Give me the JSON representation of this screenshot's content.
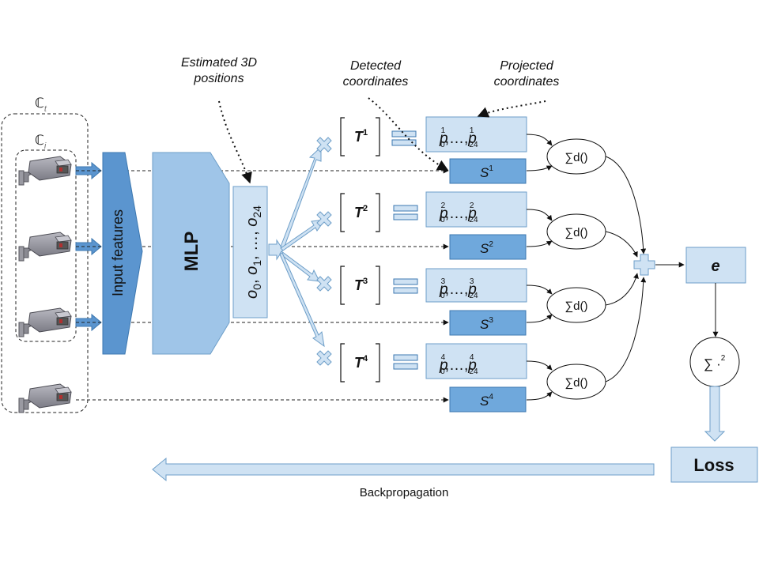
{
  "annotations": {
    "estimated": [
      "Estimated 3D",
      "positions"
    ],
    "detected": [
      "Detected",
      "coordinates"
    ],
    "projected": [
      "Projected",
      "coordinates"
    ]
  },
  "sets": {
    "outer": "ℂ",
    "outer_sub": "t",
    "inner": "ℂ",
    "inner_sub": "i"
  },
  "input_features": "Input features",
  "mlp": "MLP",
  "positions": {
    "o": "o",
    "s0": "0",
    "s1": "1",
    "sn": "24",
    "sep": ", ",
    "dots": ", …, "
  },
  "transforms": [
    {
      "T": "T",
      "sup": "1"
    },
    {
      "T": "T",
      "sup": "2"
    },
    {
      "T": "T",
      "sup": "3"
    },
    {
      "T": "T",
      "sup": "4"
    }
  ],
  "projected_boxes": [
    {
      "p": "p",
      "sup": "1",
      "s0": "0",
      "sn": "24",
      "dots": ",…,"
    },
    {
      "p": "p",
      "sup": "2",
      "s0": "0",
      "sn": "24",
      "dots": ",…,"
    },
    {
      "p": "p",
      "sup": "3",
      "s0": "0",
      "sn": "24",
      "dots": ",…,"
    },
    {
      "p": "p",
      "sup": "4",
      "s0": "0",
      "sn": "24",
      "dots": ",…,"
    }
  ],
  "detected_boxes": [
    {
      "S": "S",
      "sup": "1"
    },
    {
      "S": "S",
      "sup": "2"
    },
    {
      "S": "S",
      "sup": "3"
    },
    {
      "S": "S",
      "sup": "4"
    }
  ],
  "sum_d": "∑d()",
  "e": "e",
  "sum_sq": {
    "sum": "∑",
    "dot": "·",
    "exp": "2"
  },
  "loss": "Loss",
  "backprop": "Backpropagation",
  "colors": {
    "light_fill": "#cfe2f3",
    "light_stroke": "#6d9ec8",
    "dark_fill": "#6fa8dc",
    "dark_stroke": "#3d78b0",
    "mlp_fill": "#9fc5e8"
  }
}
